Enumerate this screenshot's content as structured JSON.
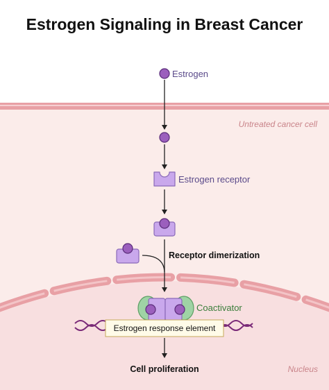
{
  "title": "Estrogen Signaling in Breast Cancer",
  "labels": {
    "estrogen": "Estrogen",
    "cell": "Untreated cancer cell",
    "receptor": "Estrogen receptor",
    "dimerization": "Receptor dimerization",
    "coactivator": "Coactivator",
    "ere": "Estrogen response element",
    "proliferation": "Cell proliferation",
    "nucleus": "Nucleus"
  },
  "colors": {
    "membrane": "#e8a0a5",
    "cytoplasm": "#fbecea",
    "nucleus": "#f8dfe0",
    "ligand": "#9b5fbd",
    "receptor": "#c9a8ec",
    "coactivator": "#9fd3a5",
    "dna": "#7a2a78",
    "label_purple": "#5a4a8a",
    "label_green": "#3a7d3a",
    "label_italic": "#c9848a"
  }
}
